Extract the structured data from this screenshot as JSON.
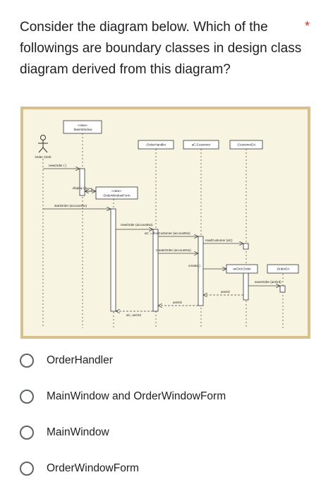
{
  "question": {
    "text": "Consider the diagram below. Which of the followings are boundary classes in design class diagram derived from this diagram?",
    "required_mark": "*"
  },
  "diagram": {
    "actor": "Order Clerk",
    "stereotype_view": "«view»",
    "main_window": ":MainWindow",
    "order_window_form": ":OrderWindowForm",
    "order_handler": ":OrderHandler",
    "customer": "aC:Customer",
    "customer_da": ":CustomerDA",
    "order": "anOrd:Order",
    "order_da": ":OrderDA",
    "messages": {
      "new_order": "newOrder ( )",
      "display": "display ( )",
      "start_order": "startOrder (accountNo)",
      "new_order_acct": "newOrder (accountNo)",
      "find_customer": "aC := findCustomer (accountNo)",
      "read_customer": "readCustomer (aC)",
      "create_order": "createOrder (accountNo)",
      "create": "create( )",
      "save_order": "saveOrder (anOrd)",
      "return_an_ord_1": "anOrd",
      "return_an_ord_2": "anOrd",
      "return_ac_anord": "aC, anOrd"
    }
  },
  "options": [
    {
      "label": "OrderHandler",
      "selected": false
    },
    {
      "label": "MainWindow and OrderWindowForm",
      "selected": false
    },
    {
      "label": "MainWindow",
      "selected": false
    },
    {
      "label": "OrderWindowForm",
      "selected": false
    }
  ]
}
